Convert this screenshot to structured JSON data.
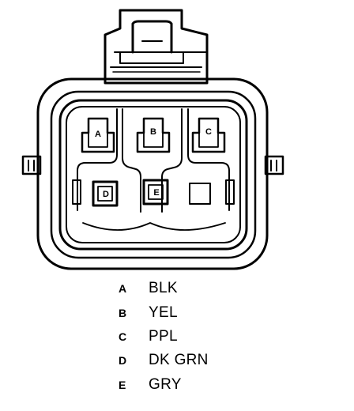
{
  "pins": [
    {
      "letter": "A",
      "color": "BLK"
    },
    {
      "letter": "B",
      "color": "YEL"
    },
    {
      "letter": "C",
      "color": "PPL"
    },
    {
      "letter": "D",
      "color": "DK GRN"
    },
    {
      "letter": "E",
      "color": "GRY"
    }
  ],
  "colors": {
    "line": "#000000",
    "background": "#ffffff"
  }
}
